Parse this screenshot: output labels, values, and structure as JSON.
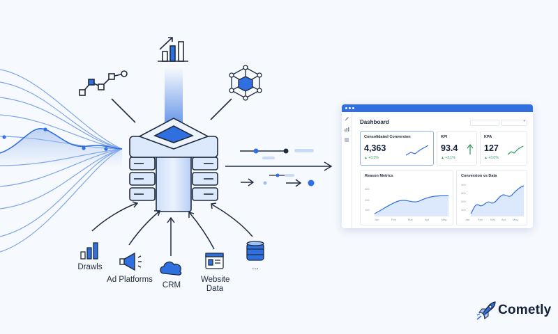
{
  "sources": [
    {
      "label": "Drawls",
      "icon": "bar-chart-icon"
    },
    {
      "label": "Ad Platforms",
      "icon": "megaphone-icon"
    },
    {
      "label": "CRM",
      "icon": "cloud-icon"
    },
    {
      "label": "Website Data",
      "icon": "browser-window-icon"
    },
    {
      "label": "...",
      "icon": "database-icon"
    }
  ],
  "dashboard": {
    "title": "Dashboard",
    "cards": [
      {
        "title": "Consolidated Conversion",
        "value": "4,363",
        "delta": "▲ +3.3%"
      },
      {
        "title": "KPI",
        "value": "93.4",
        "delta": "▲ +2.1%"
      },
      {
        "title": "KPA",
        "value": "127",
        "delta": "▲ +3.0%"
      }
    ],
    "panels": [
      {
        "title": "Reason Metrics",
        "y_ticks": [
          "400",
          "200",
          "100"
        ],
        "x_ticks": [
          "Jan",
          "Feb",
          "Mar",
          "Apr",
          "May"
        ]
      },
      {
        "title": "Conversion vs Data",
        "y_ticks": [
          "400",
          "300",
          "200",
          "100"
        ],
        "x_ticks": [
          "Jan",
          "Feb",
          "Mar",
          "Apr",
          "May"
        ]
      }
    ]
  },
  "brand": {
    "name": "Cometly",
    "icon": "rocket-icon"
  },
  "colors": {
    "accent": "#2f6fe0",
    "line": "#1e2a3d",
    "soft_blue": "#9fc0f2",
    "green": "#2e9e5b"
  }
}
